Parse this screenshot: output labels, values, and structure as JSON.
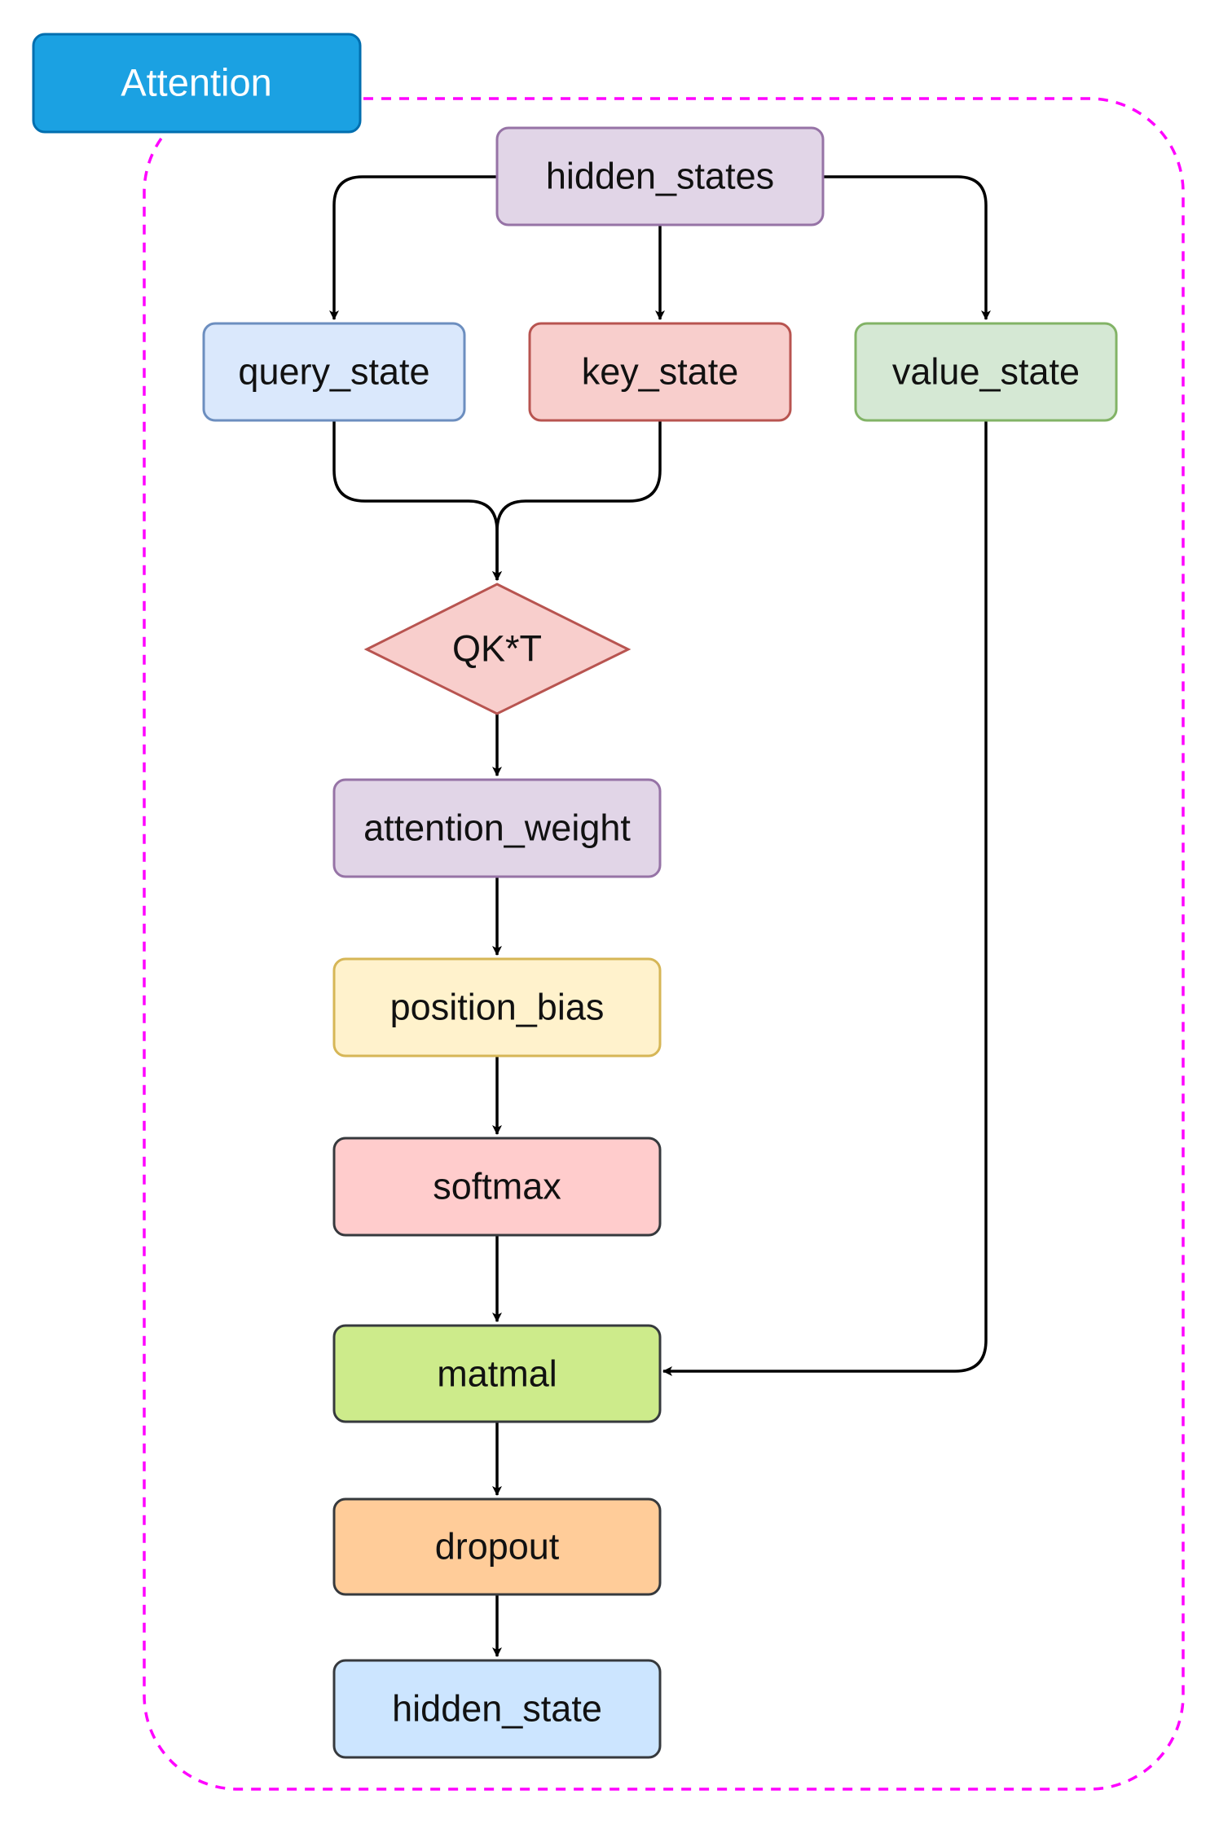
{
  "title": "Attention",
  "colors": {
    "title_fill": "#1ba1e2",
    "title_stroke": "#006eaf",
    "container_border": "#ff00ff",
    "edge": "#000000"
  },
  "nodes": {
    "hidden_states": {
      "label": "hidden_states",
      "fill": "#e1d5e7",
      "stroke": "#9673a6"
    },
    "query_state": {
      "label": "query_state",
      "fill": "#dae8fc",
      "stroke": "#6c8ebf"
    },
    "key_state": {
      "label": "key_state",
      "fill": "#f8cecc",
      "stroke": "#b85450"
    },
    "value_state": {
      "label": "value_state",
      "fill": "#d5e8d4",
      "stroke": "#82b366"
    },
    "qkt": {
      "label": "QK*T",
      "fill": "#f8cecc",
      "stroke": "#b85450"
    },
    "attention_weight": {
      "label": "attention_weight",
      "fill": "#e1d5e7",
      "stroke": "#9673a6"
    },
    "position_bias": {
      "label": "position_bias",
      "fill": "#fff2cc",
      "stroke": "#d6b656"
    },
    "softmax": {
      "label": "softmax",
      "fill": "#ffcccc",
      "stroke": "#36393d"
    },
    "matmal": {
      "label": "matmal",
      "fill": "#cdeb8b",
      "stroke": "#36393d"
    },
    "dropout": {
      "label": "dropout",
      "fill": "#ffcc99",
      "stroke": "#36393d"
    },
    "hidden_state": {
      "label": "hidden_state",
      "fill": "#cce5ff",
      "stroke": "#36393d"
    }
  },
  "edges": [
    [
      "hidden_states",
      "query_state"
    ],
    [
      "hidden_states",
      "key_state"
    ],
    [
      "hidden_states",
      "value_state"
    ],
    [
      "query_state",
      "qkt"
    ],
    [
      "key_state",
      "qkt"
    ],
    [
      "qkt",
      "attention_weight"
    ],
    [
      "attention_weight",
      "position_bias"
    ],
    [
      "position_bias",
      "softmax"
    ],
    [
      "softmax",
      "matmal"
    ],
    [
      "value_state",
      "matmal"
    ],
    [
      "matmal",
      "dropout"
    ],
    [
      "dropout",
      "hidden_state"
    ]
  ]
}
